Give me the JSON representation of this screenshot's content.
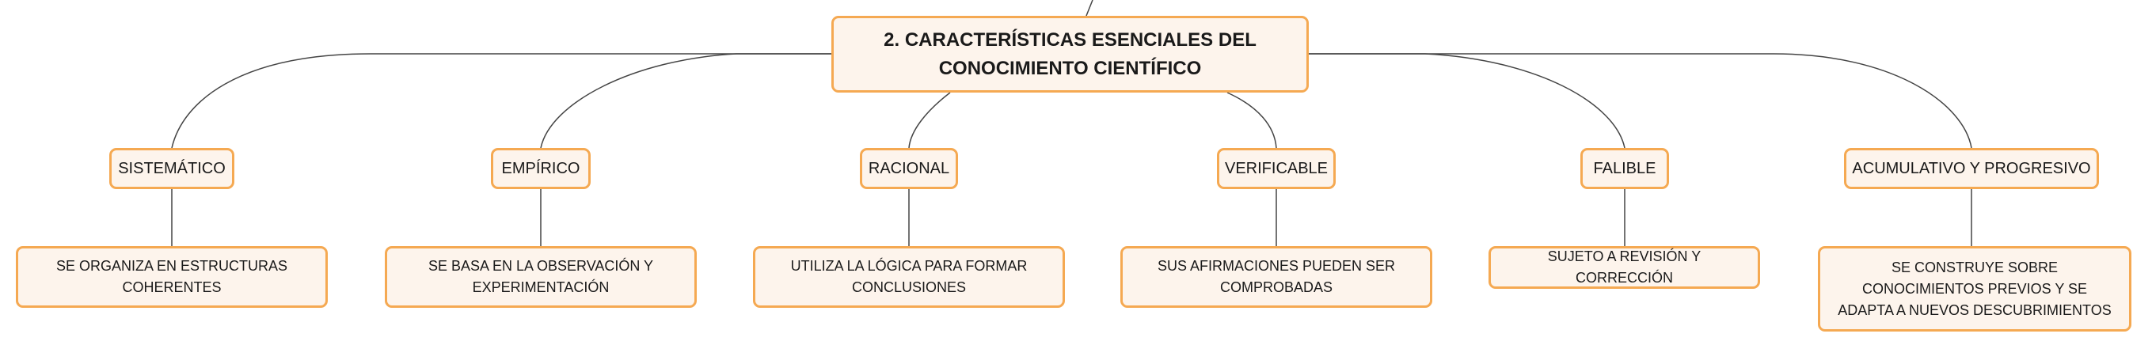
{
  "root": {
    "label": "2. CARACTERÍSTICAS ESENCIALES DEL CONOCIMIENTO CIENTÍFICO"
  },
  "characteristics": [
    {
      "label": "SISTEMÁTICO",
      "description": "SE ORGANIZA EN ESTRUCTURAS COHERENTES"
    },
    {
      "label": "EMPÍRICO",
      "description": "SE BASA EN LA OBSERVACIÓN Y EXPERIMENTACIÓN"
    },
    {
      "label": "RACIONAL",
      "description": "UTILIZA LA LÓGICA PARA FORMAR CONCLUSIONES"
    },
    {
      "label": "VERIFICABLE",
      "description": "SUS AFIRMACIONES PUEDEN SER COMPROBADAS"
    },
    {
      "label": "FALIBLE",
      "description": "SUJETO A REVISIÓN Y CORRECCIÓN"
    },
    {
      "label": "ACUMULATIVO Y PROGRESIVO",
      "description": "SE CONSTRUYE SOBRE CONOCIMIENTOS PREVIOS Y SE ADAPTA A NUEVOS DESCUBRIMIENTOS"
    }
  ],
  "colors": {
    "node_fill": "#fdf4ec",
    "node_border": "#f5a952",
    "connector": "#444444"
  }
}
